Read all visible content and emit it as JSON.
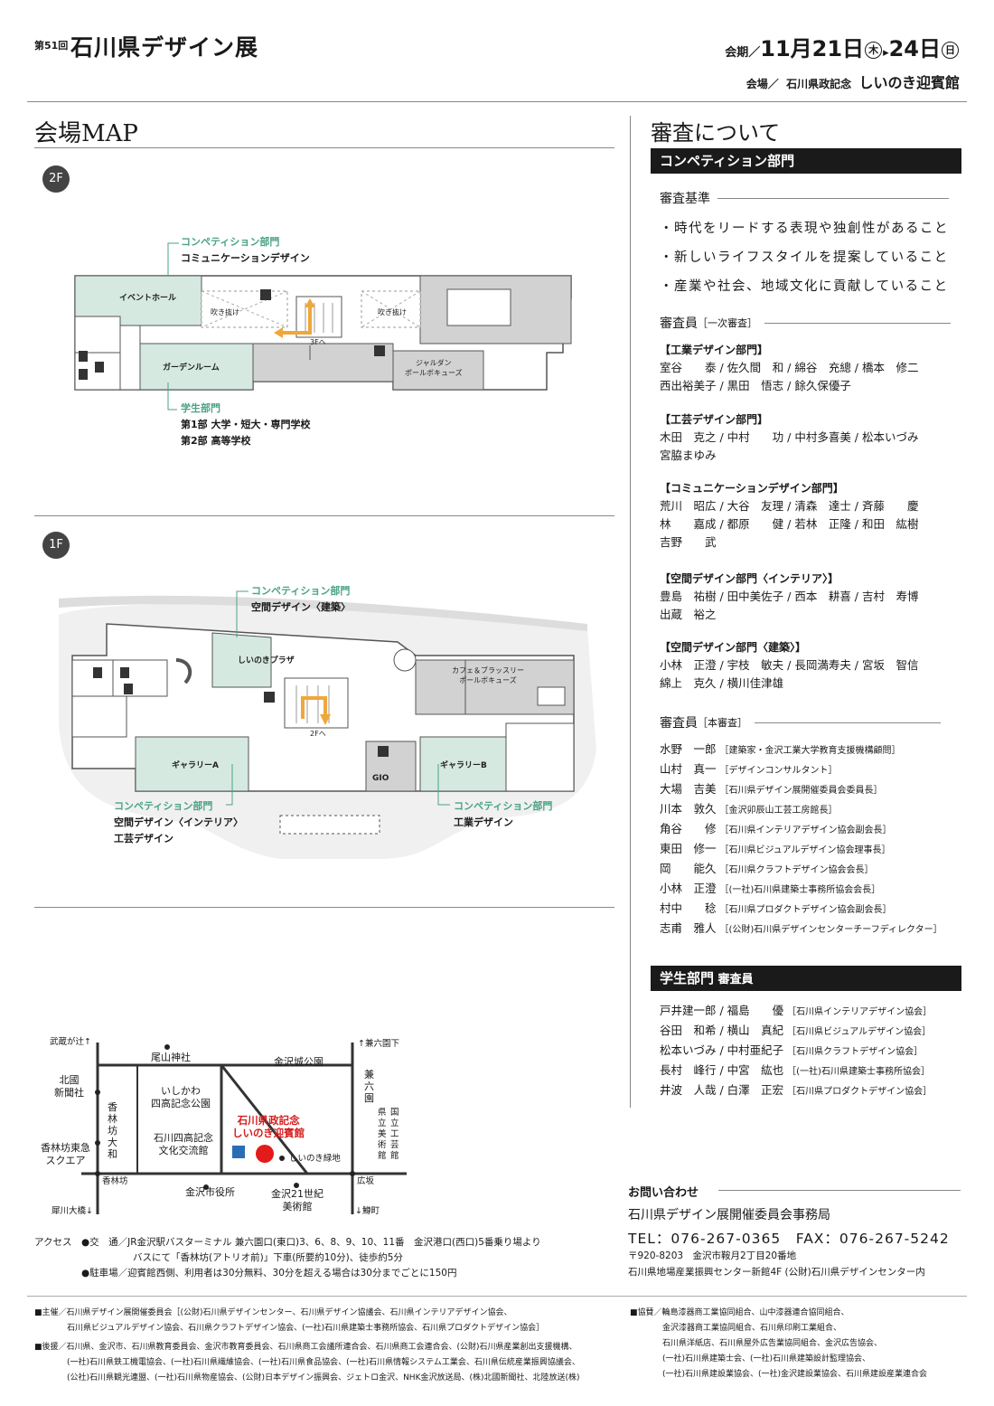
{
  "header": {
    "edition": "第51回",
    "title": "石川県デザイン展",
    "period_label": "会期／",
    "period_start": "11月21日",
    "start_day": "木",
    "arrow": "▸",
    "period_end": "24日",
    "end_day": "日",
    "venue_label": "会場／",
    "venue_org": "石川県政記念",
    "venue_name": "しいのき迎賓館"
  },
  "map": {
    "title": "会場MAP",
    "floor2": {
      "badge": "2F",
      "rooms": {
        "event": "イベントホール",
        "atrium1": "吹き抜け",
        "atrium2": "吹き抜け",
        "stairs": "3Fへ",
        "garden": "ガーデンルーム",
        "jardin1": "ジャルダン",
        "jardin2": "ポールボキューズ"
      },
      "comp_label": "コンペティション部門",
      "comp_item": "コミュニケーションデザイン",
      "student_label": "学生部門",
      "student_item1": "第1部 大学・短大・専門学校",
      "student_item2": "第2部 高等学校"
    },
    "floor1": {
      "badge": "1F",
      "rooms": {
        "plaza": "しいのきプラザ",
        "cafe1": "カフェ＆ブラッスリー",
        "cafe2": "ポールボキューズ",
        "stairs": "2Fへ",
        "galleryA": "ギャラリーA",
        "galleryB": "ギャラリーB",
        "gio": "GIO"
      },
      "comp_top_label": "コンペティション部門",
      "comp_top_item": "空間デザイン〈建築〉",
      "comp_left_label": "コンペティション部門",
      "comp_left_item1": "空間デザイン〈インテリア〉",
      "comp_left_item2": "工芸デザイン",
      "comp_right_label": "コンペティション部門",
      "comp_right_item": "工業デザイン"
    }
  },
  "judging": {
    "title": "審査について",
    "comp_bar": "コンペティション部門",
    "criteria_head": "審査基準",
    "criteria": [
      "・時代をリードする表現や独創性があること",
      "・新しいライフスタイルを提案していること",
      "・産業や社会、地域文化に貢献していること"
    ],
    "first_head": "審査員",
    "first_sub": "［一次審査］",
    "categories": [
      {
        "name": "【工業デザイン部門】",
        "lines": "室谷　　泰 / 佐久間　和 / 綿谷　充總 / 橋本　修二\n西出裕美子 / 黒田　悟志 / 餘久保優子"
      },
      {
        "name": "【工芸デザイン部門】",
        "lines": "木田　克之 / 中村　　功 / 中村多喜美 / 松本いづみ\n宮脇まゆみ"
      },
      {
        "name": "【コミュニケーションデザイン部門】",
        "lines": "荒川　昭広 / 大谷　友理 / 清森　達士 / 斉藤　　慶\n林　　嘉成 / 都原　　健 / 若林　正隆 / 和田　紘樹\n吉野　　武"
      },
      {
        "name": "【空間デザイン部門〈インテリア〉】",
        "lines": "豊島　祐樹 / 田中美佐子 / 西本　耕喜 / 吉村　寿博\n出蔵　裕之"
      },
      {
        "name": "【空間デザイン部門〈建築〉】",
        "lines": "小林　正澄 / 宇枝　敏夫 / 長岡満寿夫 / 宮坂　智信\n綿上　克久 / 横川佳津雄"
      }
    ],
    "final_head": "審査員",
    "final_sub": "［本審査］",
    "final_judges": [
      {
        "name": "水野　一郎",
        "role": "［建築家・金沢工業大学教育支援機構顧問］"
      },
      {
        "name": "山村　真一",
        "role": "［デザインコンサルタント］"
      },
      {
        "name": "大場　吉美",
        "role": "［石川県デザイン展開催委員会委員長］"
      },
      {
        "name": "川本　敦久",
        "role": "［金沢卯辰山工芸工房館長］"
      },
      {
        "name": "角谷　　修",
        "role": "［石川県インテリアデザイン協会副会長］"
      },
      {
        "name": "東田　修一",
        "role": "［石川県ビジュアルデザイン協会理事長］"
      },
      {
        "name": "岡　　能久",
        "role": "［石川県クラフトデザイン協会会長］"
      },
      {
        "name": "小林　正澄",
        "role": "［(一社)石川県建築士事務所協会会長］"
      },
      {
        "name": "村中　　稔",
        "role": "［石川県プロダクトデザイン協会副会長］"
      },
      {
        "name": "志甫　雅人",
        "role": "［(公財)石川県デザインセンターチーフディレクター］"
      }
    ],
    "student_bar_main": "学生部門",
    "student_bar_sub": " 審査員",
    "student_judges": [
      {
        "names": "戸井建一郎 / 福島　　優",
        "role": "［石川県インテリアデザイン協会］"
      },
      {
        "names": "谷田　和希 / 横山　真紀",
        "role": "［石川県ビジュアルデザイン協会］"
      },
      {
        "names": "松本いづみ / 中村亜紀子",
        "role": "［石川県クラフトデザイン協会］"
      },
      {
        "names": "長村　峰行 / 中宮　紘也",
        "role": "［(一社)石川県建築士事務所協会］"
      },
      {
        "names": "井波　人哉 / 白澤　正宏",
        "role": "［石川県プロダクトデザイン協会］"
      }
    ]
  },
  "area_map": {
    "musashi": "武蔵が辻↑",
    "kitakoku": "北國\n新聞社",
    "tokyu": "香林坊東急\nスクエア",
    "saigawa": "犀川大橋↓",
    "korinbo_yamato": "香\n林\n坊\n大\n和",
    "korinbo": "香林坊",
    "oyama": "尾山神社",
    "shiko_park": "いしかわ\n四高記念公園",
    "shiko_hall": "石川四高記念\n文化交流館",
    "city_hall": "金沢市役所",
    "castle": "金沢城公園",
    "kenrokuen": "兼\n六\n園",
    "kenroku_shita": "↑兼六園下",
    "museum1": "県\n立\n美\n術\n館",
    "museum2": "国\n立\n工\n芸\n館",
    "venue1": "石川県政記念",
    "venue2": "しいのき迎賓館",
    "parking": "P",
    "greenway": "しいのき緑地",
    "hirosaka": "広坂",
    "museum21": "金沢21世紀\n美術館",
    "kodatsuno": "↓鱒町"
  },
  "access": {
    "label": "アクセス",
    "line1": "●交　通／JR金沢駅バスターミナル 兼六園口(東口)3、6、8、9、10、11番　金沢港口(西口)5番乗り場より",
    "line2": "バスにて「香林坊(アトリオ前)」下車(所要約10分)、徒歩約5分",
    "line3": "●駐車場／迎賓館西側、利用者は30分無料、30分を超える場合は30分までごとに150円"
  },
  "contact": {
    "title": "お問い合わせ",
    "org": "石川県デザイン展開催委員会事務局",
    "tel": "TEL：076-267-0365　FAX：076-267-5242",
    "zip": "〒920-8203　金沢市鞍月2丁目20番地",
    "addr": "石川県地場産業振興センター新館4F (公財)石川県デザインセンター内"
  },
  "footer": {
    "host": "■主催／石川県デザイン展開催委員会［(公財)石川県デザインセンター、石川県デザイン協議会、石川県インテリアデザイン協会、\n　　　　石川県ビジュアルデザイン協会、石川県クラフトデザイン協会、(一社)石川県建築士事務所協会、石川県プロダクトデザイン協会］",
    "support": "■後援／石川県、金沢市、石川県教育委員会、金沢市教育委員会、石川県商工会議所連合会、石川県商工会連合会、(公財)石川県産業創出支援機構、\n　　　　(一社)石川県鉄工機電協会、(一社)石川県繊維協会、(一社)石川県食品協会、(一社)石川県情報システム工業会、石川県伝統産業振興協議会、\n　　　　(公社)石川県観光連盟、(一社)石川県物産協会、(公財)日本デザイン振興会、ジェトロ金沢、NHK金沢放送局、(株)北國新聞社、北陸放送(株)",
    "cosponsor": "■協賛／輪島漆器商工業協同組合、山中漆器連合協同組合、\n　　　　金沢漆器商工業協同組合、石川県印刷工業組合、\n　　　　石川県洋紙店、石川県屋外広告業協同組合、金沢広告協会、\n　　　　(一社)石川県建築士会、(一社)石川県建築設計監理協会、\n　　　　(一社)石川県建設業協会、(一社)金沢建設業協会、石川県建設産業連合会"
  }
}
